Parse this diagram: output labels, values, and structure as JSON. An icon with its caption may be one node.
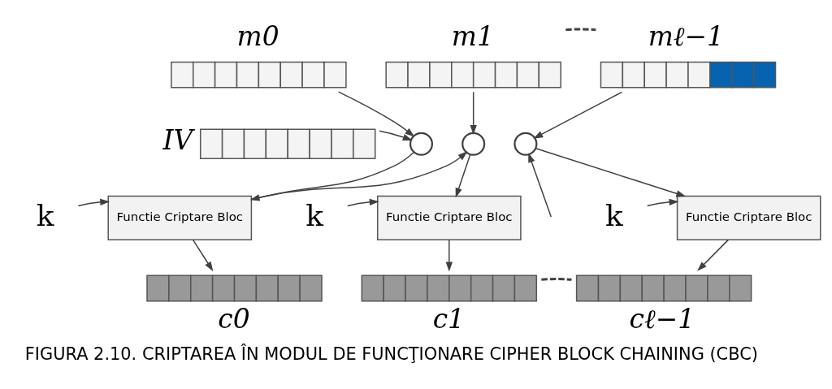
{
  "diagram": {
    "caption": "FIGURA 2.10. CRIPTAREA ÎN MODUL DE FUNCŢIONARE CIPHER BLOCK CHAINING (CBC)",
    "nodes": [
      {
        "text": [],
        "shape": "bar",
        "beside": [
          "IV"
        ]
      },
      {
        "text": [],
        "shape": "bar",
        "beside": [
          "m0"
        ]
      },
      {
        "text": [],
        "shape": "bar",
        "beside": [
          "m1"
        ]
      },
      {
        "text": [],
        "shape": "bar",
        "beside": [
          "mℓ−1"
        ]
      },
      {
        "text": [],
        "shape": "circle"
      },
      {
        "text": [],
        "shape": "circle"
      },
      {
        "text": [],
        "shape": "circle"
      },
      {
        "text": [
          "k"
        ]
      },
      {
        "text": [
          "Functie Criptare Bloc"
        ]
      },
      {
        "text": [
          "k"
        ]
      },
      {
        "text": [
          "Functie Criptare Bloc"
        ]
      },
      {
        "text": [
          "k"
        ]
      },
      {
        "text": [
          "Functie Criptare Bloc"
        ]
      },
      {
        "text": [],
        "shape": "bar",
        "beside": [
          "c0"
        ]
      },
      {
        "text": [],
        "shape": "bar",
        "beside": [
          "c1"
        ]
      },
      {
        "text": [],
        "shape": "bar",
        "beside": [
          "cℓ−1"
        ]
      }
    ],
    "edges": [
      {
        "from": 0,
        "to": 4,
        "arrow": "to"
      },
      {
        "from": 1,
        "to": 4,
        "arrow": "to"
      },
      {
        "from": 4,
        "to": 8,
        "arrow": "to"
      },
      {
        "from": 7,
        "to": 8,
        "arrow": "to"
      },
      {
        "from": 8,
        "to": 13,
        "arrow": "to"
      },
      {
        "from": 8,
        "to": 5,
        "arrow": "to"
      },
      {
        "from": 2,
        "to": 5,
        "arrow": "to"
      },
      {
        "from": 5,
        "to": 10,
        "arrow": "to"
      },
      {
        "from": 9,
        "to": 10,
        "arrow": "to"
      },
      {
        "from": 10,
        "to": 14,
        "arrow": "to"
      },
      {
        "from": 2,
        "to": 3,
        "arrow": "none",
        "style": "dashed"
      },
      {
        "from": null,
        "to": 6,
        "arrow": "to"
      },
      {
        "from": 3,
        "to": 6,
        "arrow": "to"
      },
      {
        "from": 6,
        "to": 12,
        "arrow": "to"
      },
      {
        "from": 11,
        "to": 12,
        "arrow": "to"
      },
      {
        "from": 12,
        "to": 15,
        "arrow": "to"
      },
      {
        "from": 14,
        "to": 15,
        "arrow": "none",
        "style": "dashed"
      }
    ]
  }
}
